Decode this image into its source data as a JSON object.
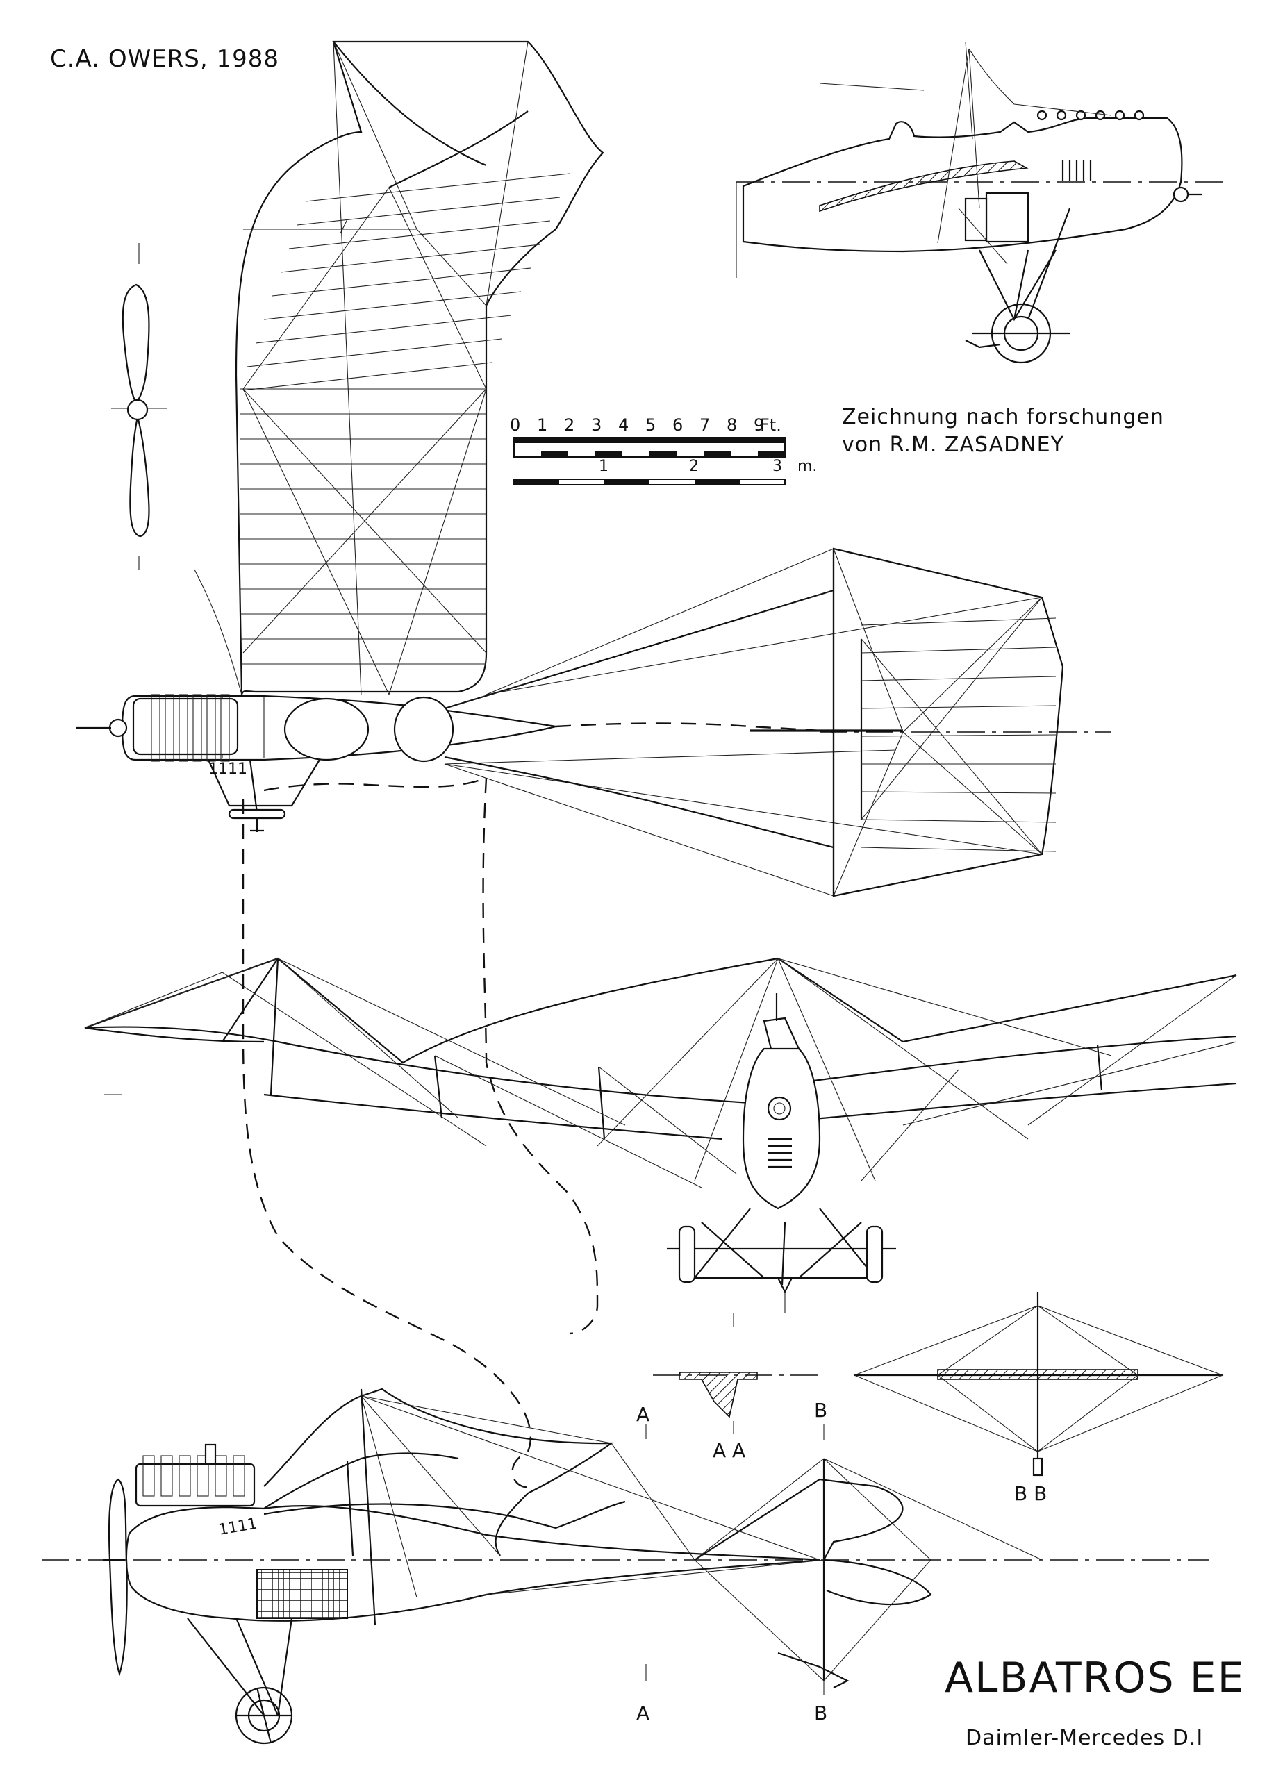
{
  "credit": "C.A. OWERS, 1988",
  "research_note": {
    "line1": "Zeichnung nach forschungen",
    "line2": "von R.M. ZASADNEY"
  },
  "title": "ALBATROS EE",
  "engine": "Daimler-Mercedes D.I",
  "scale_feet": {
    "ticks": [
      "0",
      "1",
      "2",
      "3",
      "4",
      "5",
      "6",
      "7",
      "8",
      "9"
    ],
    "unit": "Ft."
  },
  "scale_meters": {
    "ticks": [
      "1",
      "2",
      "3"
    ],
    "unit": "m."
  },
  "sections": {
    "a_top": "A",
    "a_bottom": "A",
    "b_top": "B",
    "b_bottom": "B",
    "aa": "A A",
    "bb": "B B"
  }
}
